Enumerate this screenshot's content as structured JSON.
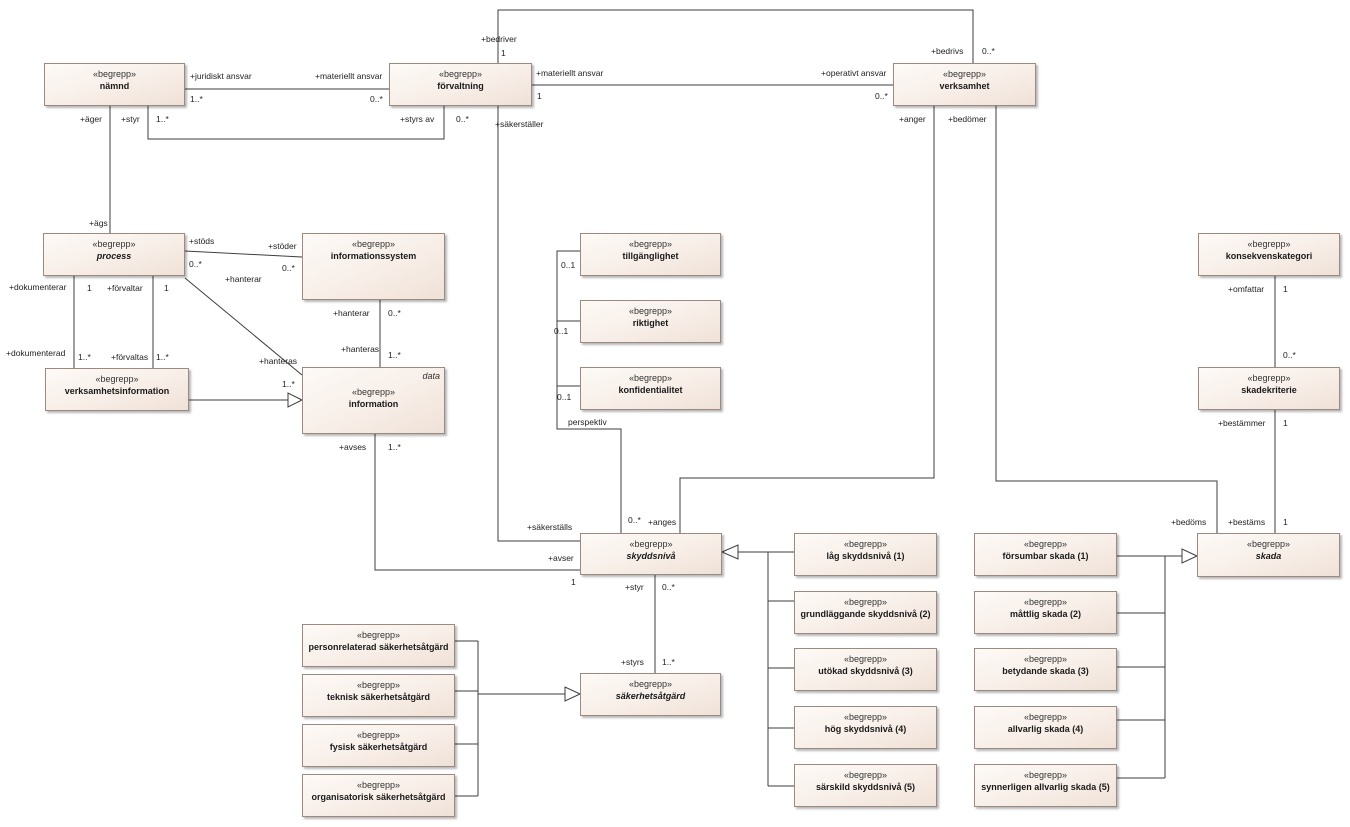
{
  "stereotype": "«begrepp»",
  "classes": {
    "namnd": "nämnd",
    "forvaltning": "förvaltning",
    "verksamhet": "verksamhet",
    "process": "process",
    "informationssystem": "informationssystem",
    "verksamhetsinformation": "verksamhetsinformation",
    "information": "information",
    "information_tag": "data",
    "tillganglighet": "tillgänglighet",
    "riktighet": "riktighet",
    "konfidentialitet": "konfidentialitet",
    "skyddsniva": "skyddsnivå",
    "sakerhetsatgard": "säkerhetsåtgärd",
    "personrelaterad": "personrelaterad säkerhetsåtgärd",
    "teknisk": "teknisk säkerhetsåtgärd",
    "fysisk": "fysisk säkerhetsåtgärd",
    "organisatorisk": "organisatorisk säkerhetsåtgärd",
    "lag": "låg skyddsnivå (1)",
    "grundlaggande": "grundläggande skyddsnivå (2)",
    "utokad": "utökad skyddsnivå (3)",
    "hog": "hög skyddsnivå (4)",
    "sarskild": "särskild skyddsnivå (5)",
    "konsekvenskategori": "konsekvenskategori",
    "skadekriterie": "skadekriterie",
    "skada": "skada",
    "forsumbar": "försumbar skada (1)",
    "mattlig": "måttlig skada (2)",
    "betydande": "betydande skada (3)",
    "allvarlig": "allvarlig skada (4)",
    "synnerligen": "synnerligen allvarlig skada (5)"
  },
  "labels": {
    "bedriver": "+bedriver",
    "bedriver_m": "1",
    "bedrivs": "+bedrivs",
    "bedrivs_m": "0..*",
    "juridiskt": "+juridiskt ansvar",
    "juridiskt_m": "1..*",
    "materiellt1": "+materiellt ansvar",
    "materiellt1_m": "0..*",
    "materiellt2": "+materiellt ansvar",
    "materiellt2_m": "1",
    "operativt": "+operativt ansvar",
    "operativt_m": "0..*",
    "ager": "+äger",
    "styr1": "+styr",
    "styr1_m": "1..*",
    "styrs_av": "+styrs av",
    "styrs_av_m": "0..*",
    "sakerstaller": "+säkerställer",
    "anger": "+anger",
    "bedomer": "+bedömer",
    "ags": "+ägs",
    "stods": "+stöds",
    "stods_m": "0..*",
    "stoder": "+stöder",
    "stoder_m": "0..*",
    "hanterar1": "+hanterar",
    "hanterar2": "+hanterar",
    "hanterar2_m": "0..*",
    "hanteras1": "+hanteras",
    "hanteras1_m": "1..*",
    "hanteras2": "+hanteras",
    "hanteras2_m": "1..*",
    "dokumenterar": "+dokumenterar",
    "dokumenterar_m": "1",
    "forvaltar": "+förvaltar",
    "forvaltar_m": "1",
    "dokumenterad": "+dokumenterad",
    "dokumenterad_m": "1..*",
    "forvaltas": "+förvaltas",
    "forvaltas_m": "1..*",
    "avses": "+avses",
    "avses_m": "1..*",
    "avser": "+avser",
    "avser_m": "1",
    "t_m": "0..1",
    "r_m": "0..1",
    "k_m": "0..1",
    "perspektiv": "perspektiv",
    "sakerstalls": "+säkerställs",
    "anges_m": "0..*",
    "anges": "+anges",
    "styr2": "+styr",
    "styr2_m": "0..*",
    "styrs": "+styrs",
    "styrs_m": "1..*",
    "omfattar": "+omfattar",
    "omfattar_m": "1",
    "skadekriterie_m": "0..*",
    "bestammer": "+bestämmer",
    "bestammer_m": "1",
    "bedoms": "+bedöms",
    "bestams": "+bestäms",
    "bestams_m": "1"
  }
}
